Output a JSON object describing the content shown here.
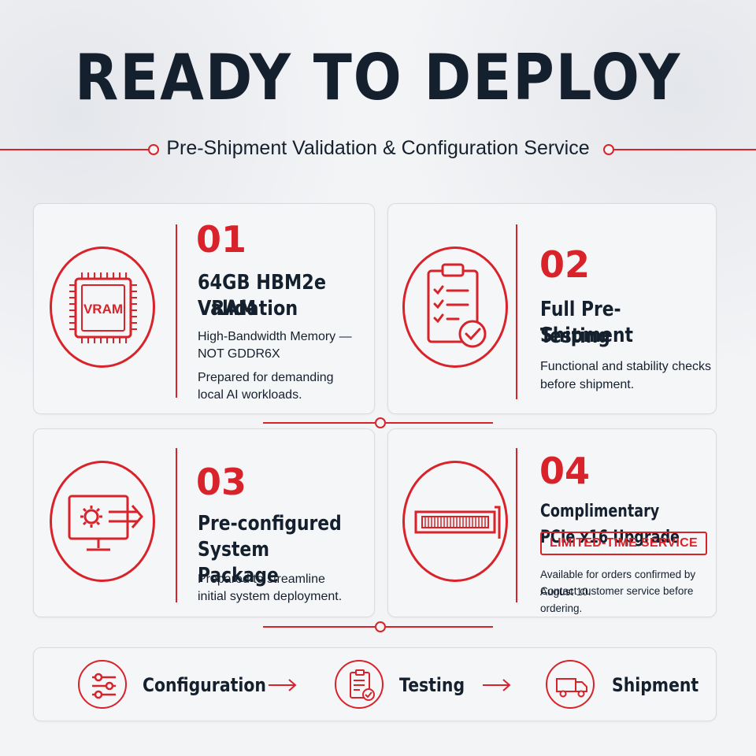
{
  "header": {
    "title": "READY TO DEPLOY",
    "subtitle": "Pre-Shipment Validation & Configuration Service"
  },
  "cards": [
    {
      "number": "01",
      "heading_line1": "64GB HBM2e VRAM",
      "heading_line2": "Validation",
      "body_line1": "High-Bandwidth Memory —",
      "body_line2": "NOT GDDR6X",
      "body_line3": "Prepared for demanding",
      "body_line4": "local AI workloads.",
      "icon": "vram-chip-icon",
      "icon_text": "VRAM"
    },
    {
      "number": "02",
      "heading_line1": "Full Pre-Shipment",
      "heading_line2": "Testing",
      "body_line1": "Functional and stability checks",
      "body_line2": "before shipment.",
      "icon": "clipboard-check-icon"
    },
    {
      "number": "03",
      "heading_line1": "Pre-configured",
      "heading_line2": "System Package",
      "body_line1": "Prepared to streamline",
      "body_line2": "initial system deployment.",
      "icon": "monitor-gear-icon"
    },
    {
      "number": "04",
      "heading_line1": "Complimentary PCIe x16 Upgrade",
      "badge": "LIMITED-TIME SERVICE",
      "body_line1": "Available for orders confirmed by August 10.",
      "body_line2": "Contact customer service before ordering.",
      "icon": "pcie-card-icon"
    }
  ],
  "flow": [
    {
      "label": "Configuration",
      "icon": "sliders-icon"
    },
    {
      "label": "Testing",
      "icon": "clipboard-check-icon"
    },
    {
      "label": "Shipment",
      "icon": "truck-icon"
    }
  ],
  "colors": {
    "accent": "#d8232a",
    "text": "#15202e",
    "background": "#f3f4f6",
    "card": "#f5f6f8"
  }
}
